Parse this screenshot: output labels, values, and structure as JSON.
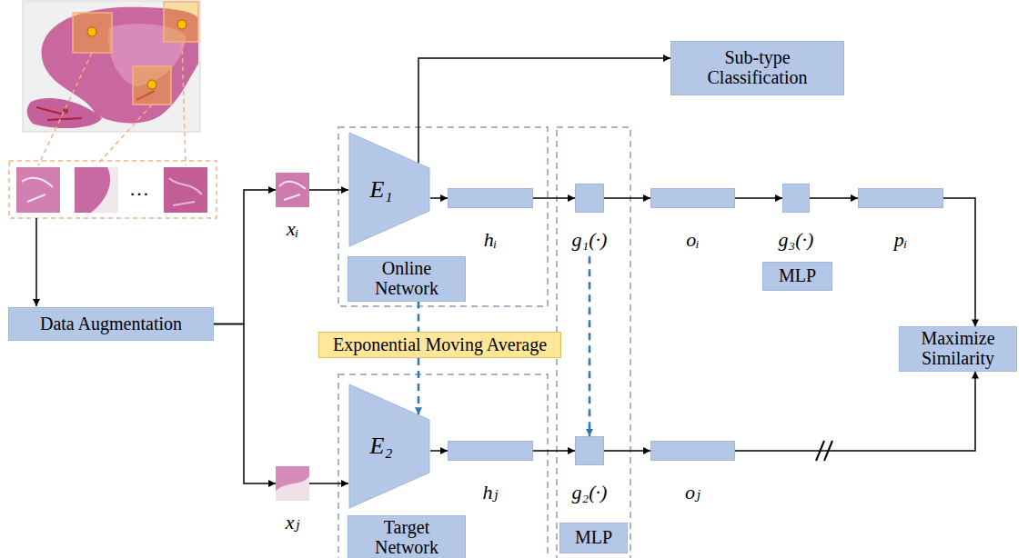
{
  "diagram": {
    "nodes": [
      {
        "text": [
          "Data Augmentation"
        ]
      },
      {
        "text": [
          "xᵢ"
        ]
      },
      {
        "text": [
          "xⱼ"
        ]
      },
      {
        "text": [
          "Sub-type Classification"
        ]
      },
      {
        "text": [
          "E₁"
        ]
      },
      {
        "text": [
          "Online Network"
        ]
      },
      {
        "text": [
          "hᵢ"
        ]
      },
      {
        "text": [
          "g₁(·)"
        ]
      },
      {
        "text": [
          "oᵢ"
        ]
      },
      {
        "text": [
          "g₃(·)"
        ]
      },
      {
        "text": [
          "pᵢ"
        ]
      },
      {
        "text": [
          "MLP"
        ]
      },
      {
        "text": [
          "Exponential Moving Average"
        ]
      },
      {
        "text": [
          "Maximize Similarity"
        ]
      },
      {
        "text": [
          "E₂"
        ]
      },
      {
        "text": [
          "hⱼ"
        ]
      },
      {
        "text": [
          "g₂(·)"
        ]
      },
      {
        "text": [
          "oⱼ"
        ]
      },
      {
        "text": [
          "Target Network"
        ]
      },
      {
        "text": [
          "MLP"
        ]
      }
    ],
    "edges": [
      {
        "from": 0,
        "to": 1,
        "arrow": "to"
      },
      {
        "from": 0,
        "to": 2,
        "arrow": "to"
      },
      {
        "from": 1,
        "to": 4,
        "arrow": "to"
      },
      {
        "from": 2,
        "to": 14,
        "arrow": "to"
      },
      {
        "from": 4,
        "to": 3,
        "arrow": "to"
      },
      {
        "from": 4,
        "to": 6,
        "arrow": "to"
      },
      {
        "from": 6,
        "to": 7,
        "arrow": "to"
      },
      {
        "from": 7,
        "to": 8,
        "arrow": "to"
      },
      {
        "from": 8,
        "to": 9,
        "arrow": "to"
      },
      {
        "from": 9,
        "to": 10,
        "arrow": "to"
      },
      {
        "from": 10,
        "to": 13,
        "arrow": "to"
      },
      {
        "from": 7,
        "to": 16,
        "arrow": "to"
      },
      {
        "from": 5,
        "to": 12,
        "arrow": "none"
      },
      {
        "from": 12,
        "to": 14,
        "arrow": "to"
      },
      {
        "from": 14,
        "to": 15,
        "arrow": "to"
      },
      {
        "from": 15,
        "to": 16,
        "arrow": "to"
      },
      {
        "from": 16,
        "to": 17,
        "arrow": "to"
      },
      {
        "from": 17,
        "to": 13,
        "arrow": "to"
      }
    ],
    "labels": [
      "…"
    ]
  }
}
